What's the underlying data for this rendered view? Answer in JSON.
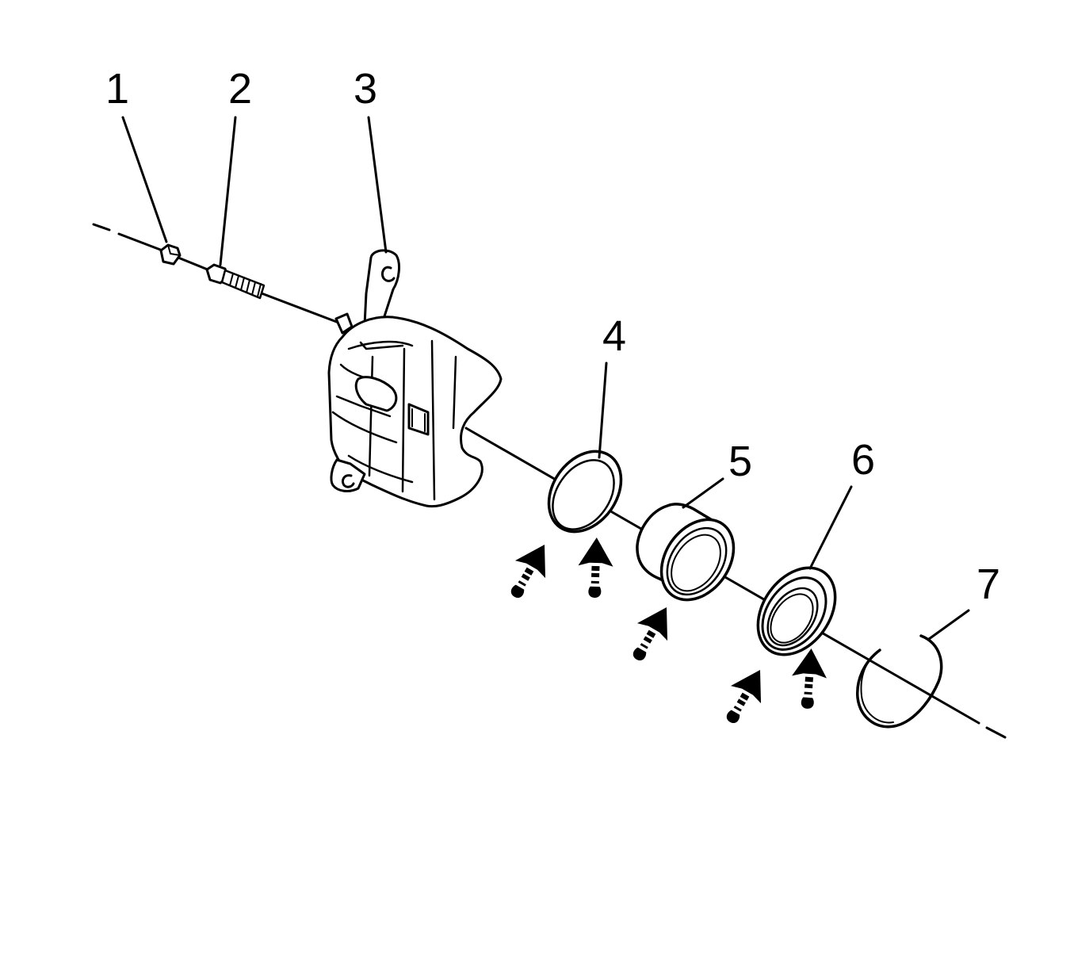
{
  "colors": {
    "ink": "#000000",
    "background": "#ffffff"
  },
  "callouts": [
    "1",
    "2",
    "3",
    "4",
    "5",
    "6",
    "7"
  ],
  "icons": {
    "lubricate_arrow": "lubricant-arrow-icon"
  }
}
